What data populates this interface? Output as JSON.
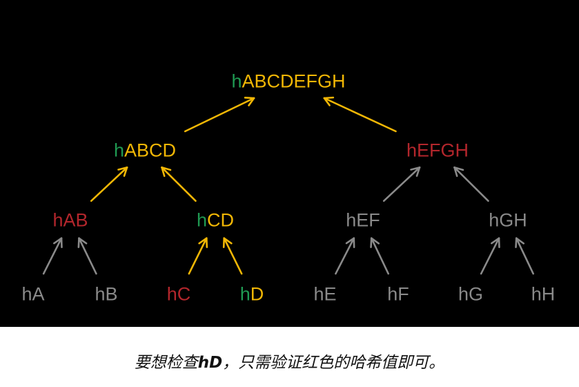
{
  "colors": {
    "background": "#000000",
    "gray": "#8a8a8a",
    "red": "#b3262c",
    "green": "#1f9a52",
    "yellow": "#f2b705"
  },
  "nodes": [
    {
      "id": "root",
      "prefix": "h",
      "label": "ABCDEFGH",
      "style": "path"
    },
    {
      "id": "abcd",
      "prefix": "h",
      "label": "ABCD",
      "style": "path"
    },
    {
      "id": "efgh",
      "prefix": "h",
      "label": "EFGH",
      "style": "proof"
    },
    {
      "id": "ab",
      "prefix": "h",
      "label": "AB",
      "style": "proof"
    },
    {
      "id": "cd",
      "prefix": "h",
      "label": "CD",
      "style": "path"
    },
    {
      "id": "ef",
      "prefix": "h",
      "label": "EF",
      "style": "plain"
    },
    {
      "id": "gh",
      "prefix": "h",
      "label": "GH",
      "style": "plain"
    },
    {
      "id": "a",
      "prefix": "h",
      "label": "A",
      "style": "plain"
    },
    {
      "id": "b",
      "prefix": "h",
      "label": "B",
      "style": "plain"
    },
    {
      "id": "c",
      "prefix": "h",
      "label": "C",
      "style": "proof"
    },
    {
      "id": "d",
      "prefix": "h",
      "label": "D",
      "style": "path"
    },
    {
      "id": "e",
      "prefix": "h",
      "label": "E",
      "style": "plain"
    },
    {
      "id": "f",
      "prefix": "h",
      "label": "F",
      "style": "plain"
    },
    {
      "id": "g",
      "prefix": "h",
      "label": "G",
      "style": "plain"
    },
    {
      "id": "h",
      "prefix": "h",
      "label": "H",
      "style": "plain"
    }
  ],
  "edges": [
    {
      "from": "abcd",
      "to": "root",
      "color": "yellow"
    },
    {
      "from": "efgh",
      "to": "root",
      "color": "yellow"
    },
    {
      "from": "ab",
      "to": "abcd",
      "color": "yellow"
    },
    {
      "from": "cd",
      "to": "abcd",
      "color": "yellow"
    },
    {
      "from": "ef",
      "to": "efgh",
      "color": "gray"
    },
    {
      "from": "gh",
      "to": "efgh",
      "color": "gray"
    },
    {
      "from": "a",
      "to": "ab",
      "color": "gray"
    },
    {
      "from": "b",
      "to": "ab",
      "color": "gray"
    },
    {
      "from": "c",
      "to": "cd",
      "color": "yellow"
    },
    {
      "from": "d",
      "to": "cd",
      "color": "yellow"
    },
    {
      "from": "e",
      "to": "ef",
      "color": "gray"
    },
    {
      "from": "f",
      "to": "ef",
      "color": "gray"
    },
    {
      "from": "g",
      "to": "gh",
      "color": "gray"
    },
    {
      "from": "h",
      "to": "gh",
      "color": "gray"
    }
  ],
  "caption": {
    "before": "要想检查",
    "emphasis": "hD",
    "after": "，只需验证红色的哈希值即可。"
  }
}
